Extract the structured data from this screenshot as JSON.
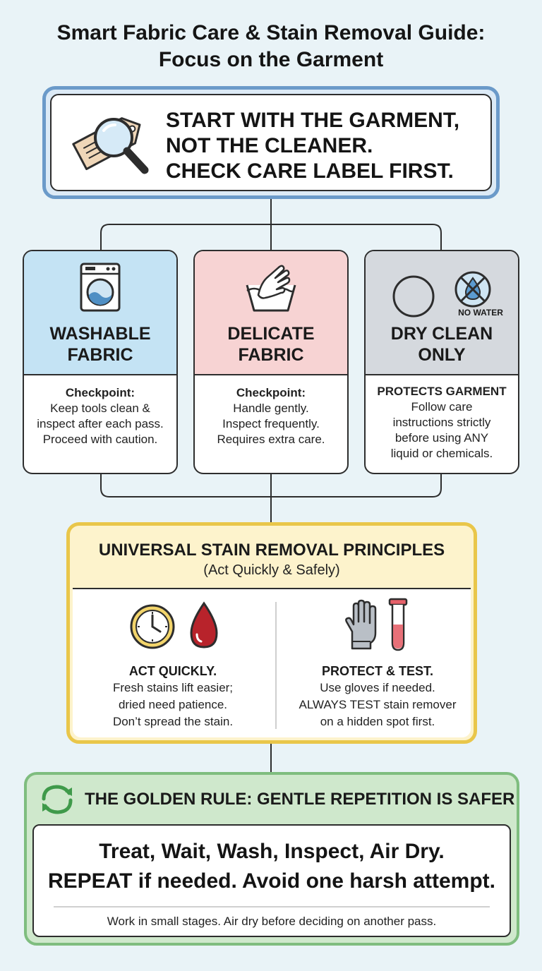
{
  "title": {
    "line1": "Smart Fabric Care & Stain Removal Guide:",
    "line2": "Focus on the Garment"
  },
  "start": {
    "line1": "START WITH THE GARMENT,",
    "line2": "NOT THE CLEANER.",
    "line3": "CHECK CARE LABEL FIRST.",
    "icon": "care-label-magnifier-icon"
  },
  "fabrics": [
    {
      "title1": "WASHABLE",
      "title2": "FABRIC",
      "color": "#c4e3f4",
      "icon": "washing-machine-icon",
      "checkpoint": "Checkpoint:",
      "lines": [
        "Keep tools clean &",
        "inspect after each pass.",
        "Proceed with caution."
      ]
    },
    {
      "title1": "DELICATE",
      "title2": "FABRIC",
      "color": "#f7d3d3",
      "icon": "hand-wash-icon",
      "checkpoint": "Checkpoint:",
      "lines": [
        "Handle gently.",
        "Inspect frequently.",
        "Requires extra care."
      ]
    },
    {
      "title1": "DRY CLEAN",
      "title2": "ONLY",
      "color": "#d5d9de",
      "icon": "dry-clean-circle-icon",
      "no_water": "NO WATER",
      "checkpoint": "PROTECTS GARMENT",
      "lines": [
        "Follow care",
        "instructions strictly",
        "before using ANY",
        "liquid or chemicals."
      ]
    }
  ],
  "principles": {
    "title": "UNIVERSAL STAIN REMOVAL PRINCIPLES",
    "subtitle": "(Act Quickly & Safely)",
    "left": {
      "title": "ACT QUICKLY.",
      "lines": [
        "Fresh stains lift easier;",
        "dried need patience.",
        "Don’t spread the stain."
      ]
    },
    "right": {
      "title": "PROTECT & TEST.",
      "lines": [
        "Use gloves if needed.",
        "ALWAYS TEST stain remover",
        "on a hidden spot first."
      ]
    }
  },
  "golden": {
    "title": "THE GOLDEN RULE: GENTLE REPETITION IS SAFER",
    "line1": "Treat, Wait, Wash, Inspect, Air Dry.",
    "line2": "REPEAT if needed. Avoid one harsh attempt.",
    "note": "Work in small stages. Air dry before deciding on another pass."
  },
  "colors": {
    "background": "#e9f3f7",
    "start_border": "#6b9ac9",
    "principles_border": "#e9c64a",
    "golden_border": "#7fbd7f"
  }
}
